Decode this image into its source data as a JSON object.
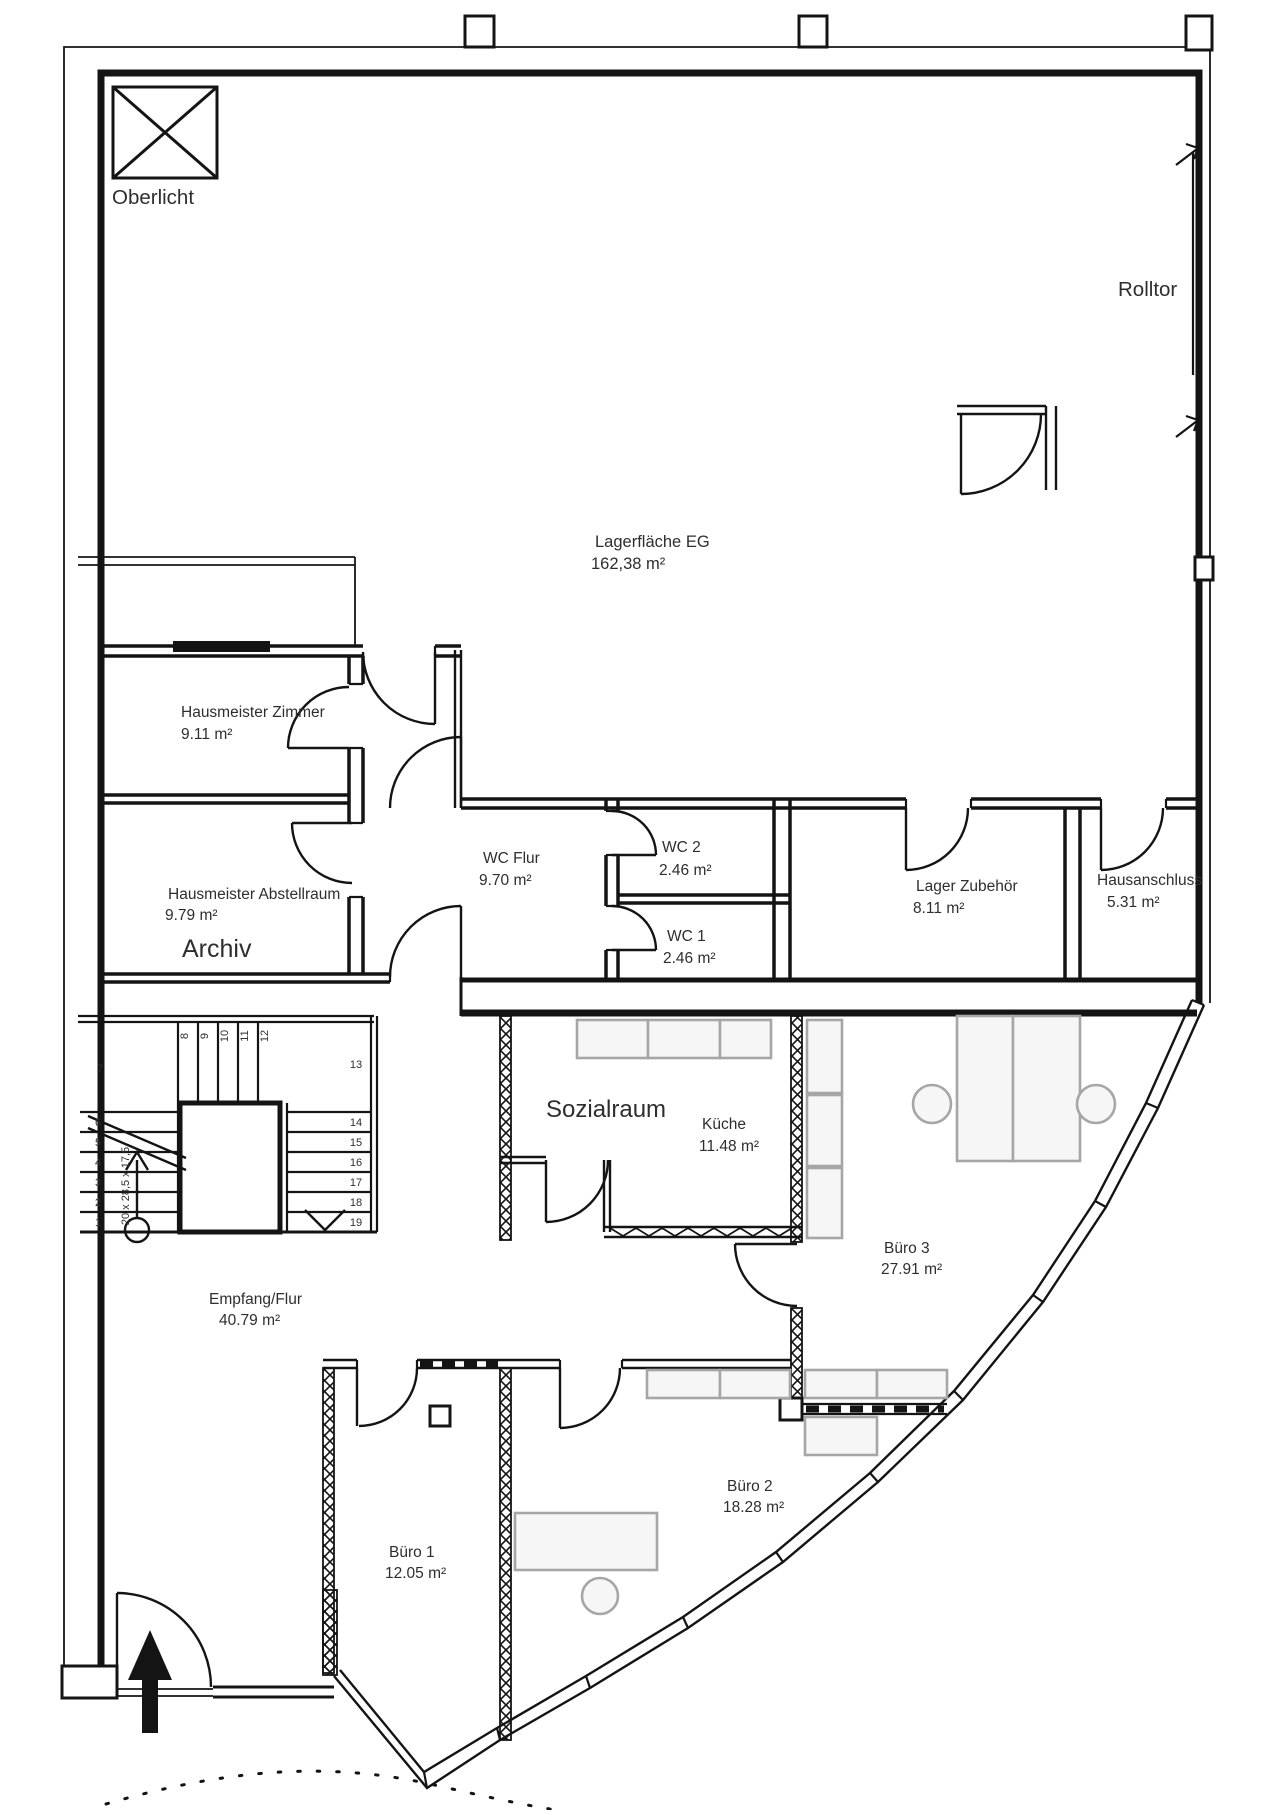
{
  "labels": {
    "oberlicht": "Oberlicht",
    "rolltor": "Rolltor"
  },
  "rooms": {
    "lagerflaeche": {
      "name": "Lagerfläche EG",
      "area": "162,38 m²"
    },
    "hausmeister_zimmer": {
      "name": "Hausmeister Zimmer",
      "area": "9.11 m²"
    },
    "hausmeister_abstellraum": {
      "name": "Hausmeister Abstellraum",
      "area": "9.79 m²"
    },
    "archiv": {
      "name": "Archiv"
    },
    "wc_flur": {
      "name": "WC Flur",
      "area": "9.70 m²"
    },
    "wc2": {
      "name": "WC 2",
      "area": "2.46 m²"
    },
    "wc1": {
      "name": "WC 1",
      "area": "2.46 m²"
    },
    "lager_zubehoer": {
      "name": "Lager Zubehör",
      "area": "8.11 m²"
    },
    "hausanschluss": {
      "name": "Hausanschluss",
      "area": "5.31 m²"
    },
    "sozialraum": {
      "name": "Sozialraum"
    },
    "kueche": {
      "name": "Küche",
      "area": "11.48 m²"
    },
    "buero3": {
      "name": "Büro 3",
      "area": "27.91 m²"
    },
    "empfang": {
      "name": "Empfang/Flur",
      "area": "40.79 m²"
    },
    "buero1": {
      "name": "Büro 1",
      "area": "12.05 m²"
    },
    "buero2": {
      "name": "Büro 2",
      "area": "18.28 m²"
    }
  },
  "stairs": {
    "annotation": "20 x 28,5 x 17,5",
    "steps": [
      "1",
      "2",
      "3",
      "4",
      "5",
      "6",
      "7",
      "8",
      "9",
      "10",
      "11",
      "12",
      "13",
      "14",
      "15",
      "16",
      "17",
      "18",
      "19"
    ]
  },
  "colors": {
    "line": "#141414",
    "furniture_fill": "#f6f6f6",
    "furniture_stroke": "#a6a6a6",
    "text": "#2e2e2e"
  }
}
